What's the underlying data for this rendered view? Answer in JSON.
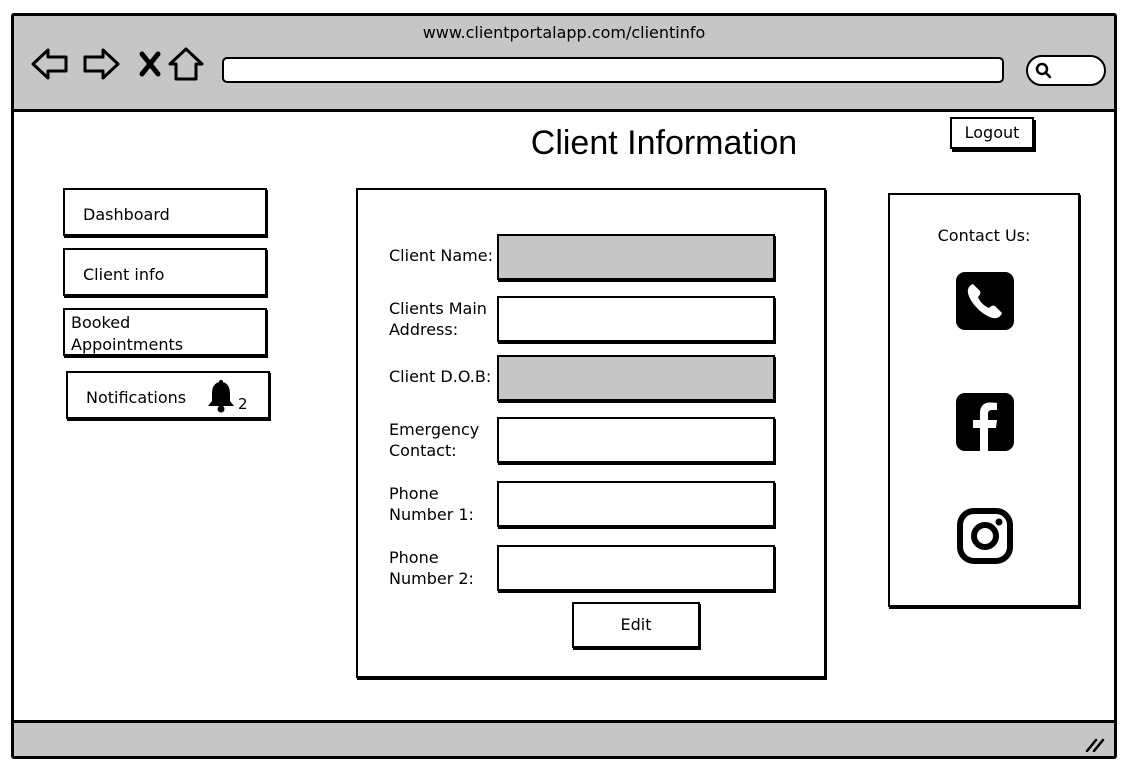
{
  "browser": {
    "url": "www.clientportalapp.com/clientinfo",
    "icons": [
      "back-arrow-icon",
      "forward-arrow-icon",
      "close-x-icon",
      "home-icon",
      "search-icon"
    ]
  },
  "header": {
    "title": "Client Information",
    "logout_label": "Logout"
  },
  "sidebar": {
    "items": [
      {
        "label": "Dashboard"
      },
      {
        "label": "Client info"
      },
      {
        "label": "Booked Appointments"
      },
      {
        "label": "Notifications",
        "icon": "bell-icon",
        "badge": "2"
      }
    ]
  },
  "form": {
    "fields": [
      {
        "label": "Client Name:",
        "value": "",
        "disabled": true
      },
      {
        "label": "Clients Main Address:",
        "value": "",
        "disabled": false
      },
      {
        "label": "Client D.O.B:",
        "value": "",
        "disabled": true
      },
      {
        "label": "Emergency Contact:",
        "value": "",
        "disabled": false
      },
      {
        "label": "Phone Number 1:",
        "value": "",
        "disabled": false
      },
      {
        "label": "Phone Number 2:",
        "value": "",
        "disabled": false
      }
    ],
    "edit_label": "Edit"
  },
  "contact": {
    "title": "Contact Us:",
    "icons": [
      "phone-icon",
      "facebook-icon",
      "instagram-icon"
    ]
  }
}
